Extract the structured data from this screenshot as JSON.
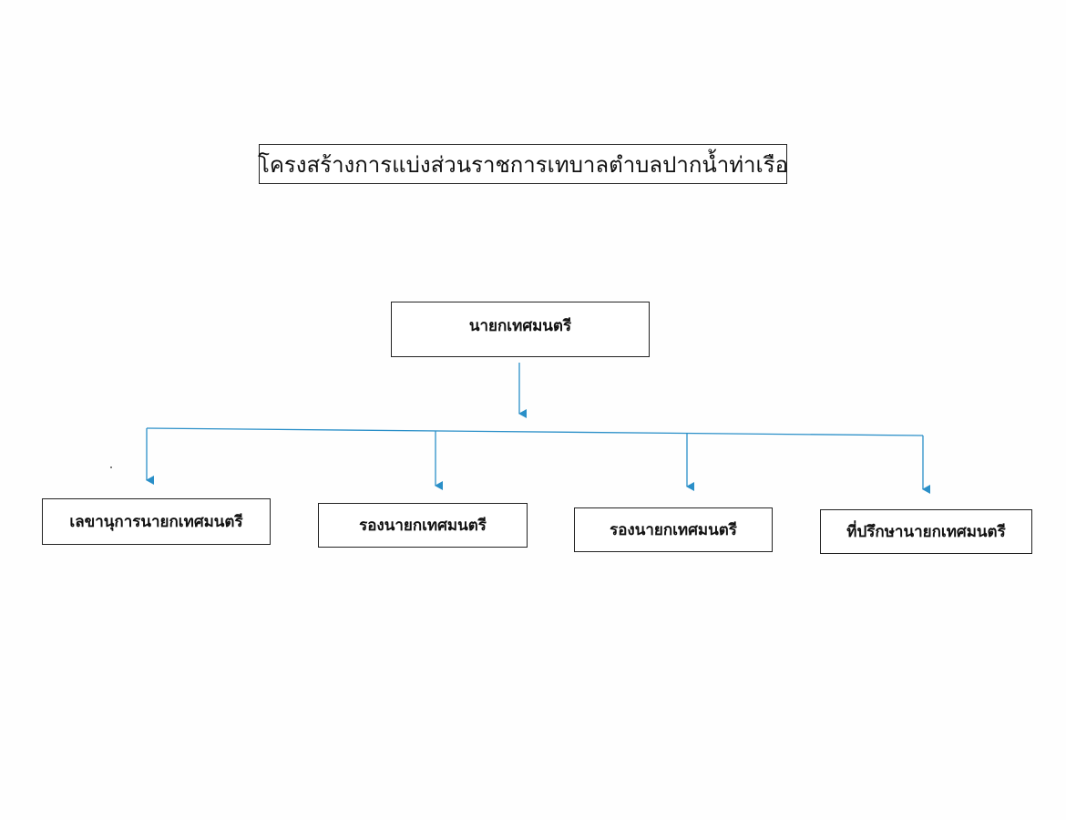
{
  "diagram": {
    "title": "โครงสร้างการแบ่งส่วนราชการเทบาลตำบลปากน้ำท่าเรือ",
    "root": {
      "label": "นายกเทศมนตรี"
    },
    "children": [
      {
        "label": "เลขานุการนายกเทศมนตรี"
      },
      {
        "label": "รองนายกเทศมนตรี"
      },
      {
        "label": "รองนายกเทศมนตรี"
      },
      {
        "label": "ที่ปรึกษานายกเทศมนตรี"
      }
    ],
    "connector_color": "#2a8fc8",
    "border_color": "#222222"
  }
}
